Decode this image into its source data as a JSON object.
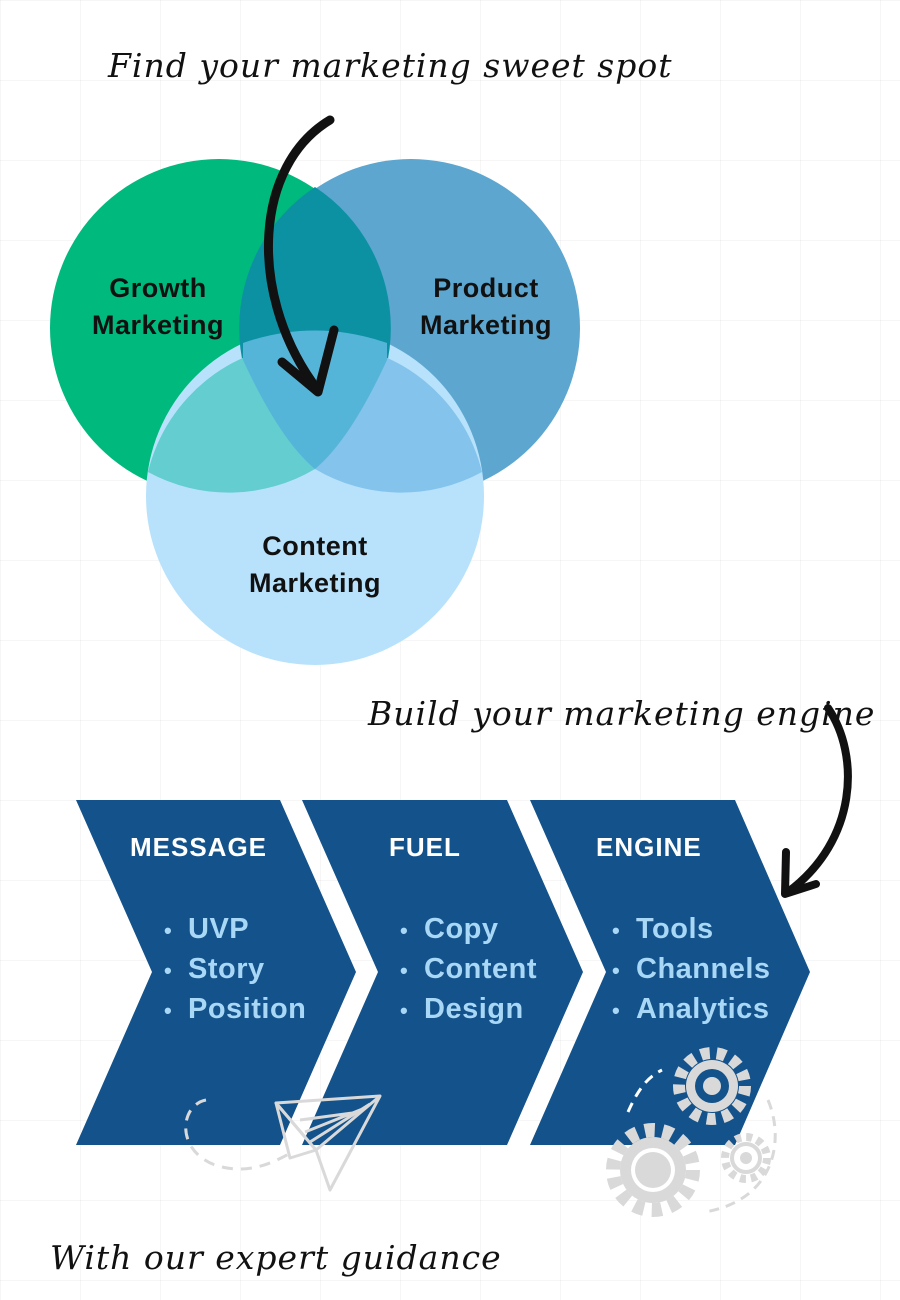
{
  "headings": {
    "top": "Find your marketing sweet spot",
    "middle": "Build your marketing engine",
    "bottom": "With our expert guidance"
  },
  "venn": {
    "circles": [
      {
        "id": "growth",
        "lines": [
          "Growth",
          "Marketing"
        ],
        "color": "#00b97d"
      },
      {
        "id": "product",
        "lines": [
          "Product",
          "Marketing"
        ],
        "color": "#5ca6d0"
      },
      {
        "id": "content",
        "lines": [
          "Content",
          "Marketing"
        ],
        "color": "#b8e2fb"
      }
    ]
  },
  "process": {
    "stages": [
      {
        "title": "MESSAGE",
        "items": [
          "UVP",
          "Story",
          "Position"
        ]
      },
      {
        "title": "FUEL",
        "items": [
          "Copy",
          "Content",
          "Design"
        ]
      },
      {
        "title": "ENGINE",
        "items": [
          "Tools",
          "Channels",
          "Analytics"
        ]
      }
    ],
    "bullet": "•"
  },
  "colors": {
    "chevron": "#13528a",
    "list_text": "#a9d8f7",
    "arrow": "#111111",
    "doodle": "#d9d9d9"
  },
  "icons": [
    "curved-arrow-icon",
    "paper-plane-icon",
    "gears-icon"
  ]
}
